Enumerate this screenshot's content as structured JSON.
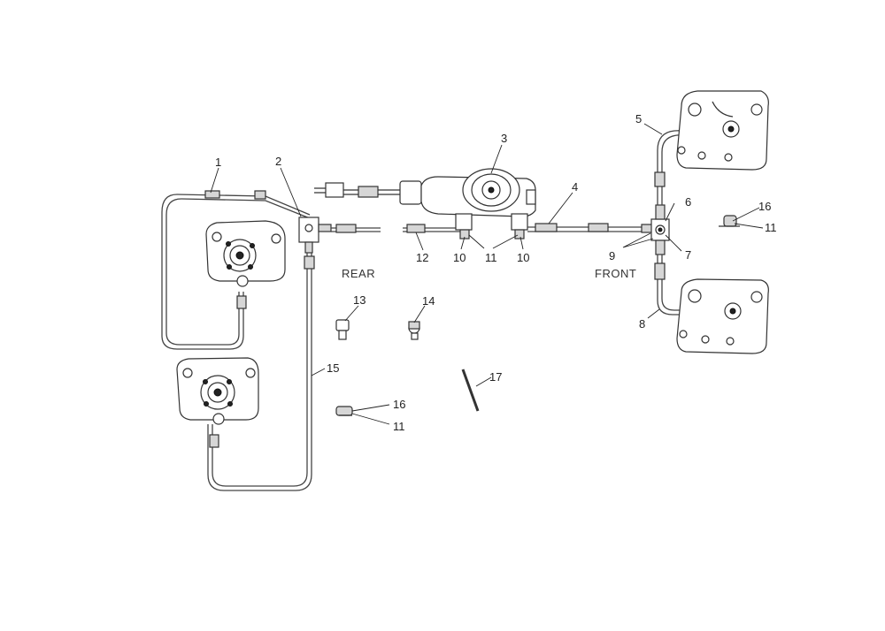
{
  "labels": {
    "rear": "REAR",
    "front": "FRONT"
  },
  "callouts": {
    "c1": "1",
    "c2": "2",
    "c3": "3",
    "c4": "4",
    "c5": "5",
    "c6": "6",
    "c7": "7",
    "c8": "8",
    "c9": "9",
    "c10a": "10",
    "c10b": "10",
    "c11a": "11",
    "c11b": "11",
    "c11c": "11",
    "c12": "12",
    "c13": "13",
    "c14": "14",
    "c15": "15",
    "c16a": "16",
    "c16b": "16",
    "c17": "17"
  },
  "colors": {
    "line": "#333333",
    "background": "#ffffff"
  }
}
